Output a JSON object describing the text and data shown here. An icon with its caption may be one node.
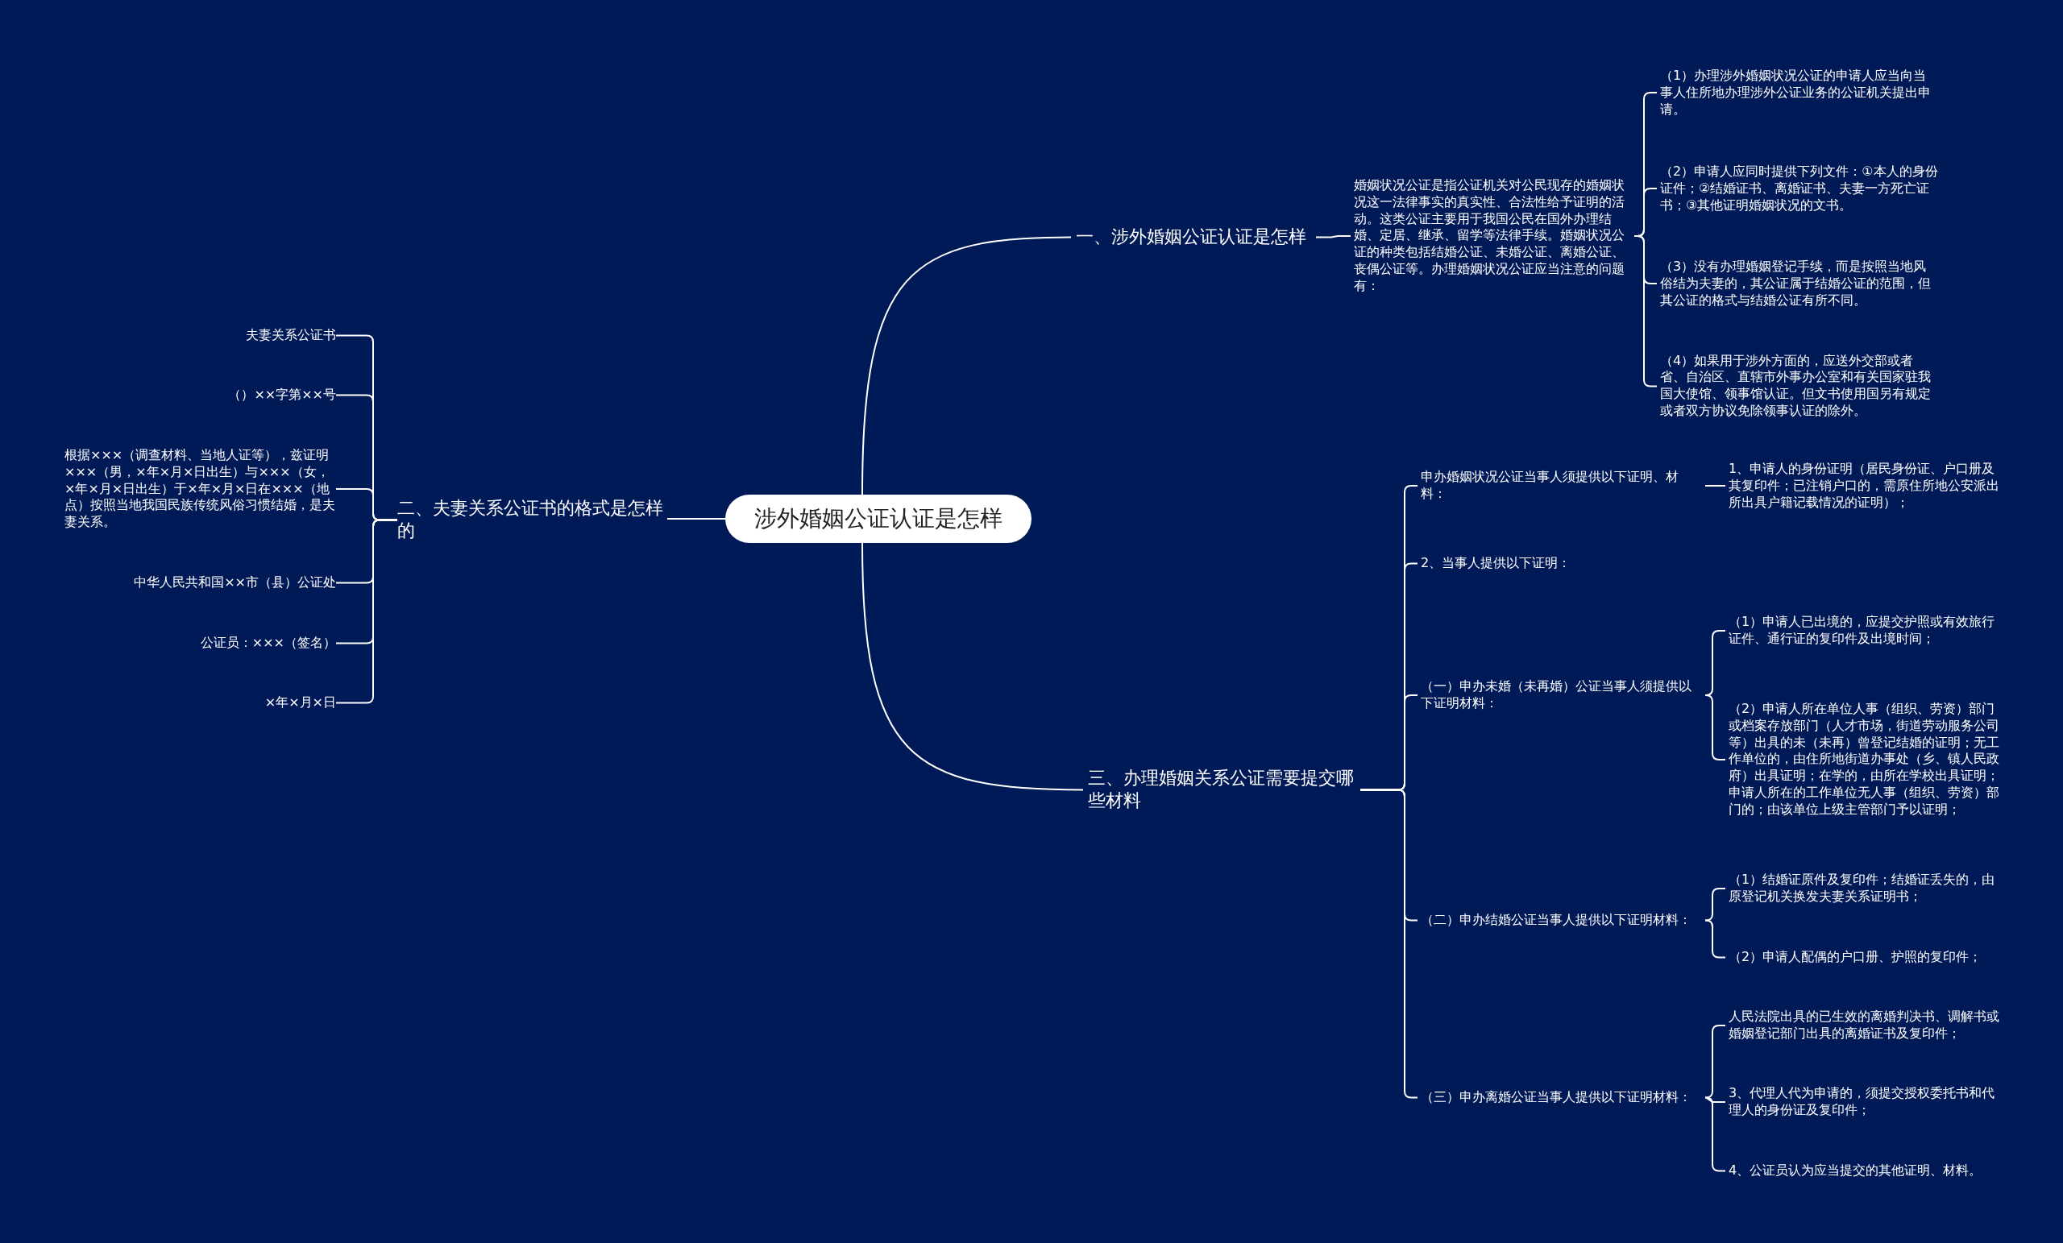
{
  "diagram": {
    "nodes": [
      {
        "text": [
          "涉外婚姻公证认证是怎样"
        ]
      },
      {
        "text": [
          "一、涉外婚姻公证认证是怎样"
        ]
      },
      {
        "text": [
          "婚姻状况公证是指公证机关对公民现存的婚姻状况这一法律事实的真实性、合法性给予证明的活动。这类公证主要用于我国公民在国外办理结婚、定居、继承、留学等法律手续。婚姻状况公证的种类包括结婚公证、未婚公证、离婚公证、丧偶公证等。办理婚姻状况公证应当注意的问题有："
        ]
      },
      {
        "text": [
          "（1）办理涉外婚姻状况公证的申请人应当向当事人住所地办理涉外公证业务的公证机关提出申请。"
        ]
      },
      {
        "text": [
          "（2）申请人应同时提供下列文件：①本人的身份证件；②结婚证书、离婚证书、夫妻一方死亡证书；③其他证明婚姻状况的文书。"
        ]
      },
      {
        "text": [
          "（3）没有办理婚姻登记手续，而是按照当地风俗结为夫妻的，其公证属于结婚公证的范围，但其公证的格式与结婚公证有所不同。"
        ]
      },
      {
        "text": [
          "（4）如果用于涉外方面的，应送外交部或者省、自治区、直辖市外事办公室和有关国家驻我国大使馆、领事馆认证。但文书使用国另有规定或者双方协议免除领事认证的除外。"
        ]
      },
      {
        "text": [
          "二、夫妻关系公证书的格式是怎样的"
        ]
      },
      {
        "text": [
          "夫妻关系公证书"
        ]
      },
      {
        "text": [
          "（）××字第××号"
        ]
      },
      {
        "text": [
          "根据×××（调查材料、当地人证等），兹证明×××（男，×年×月×日出生）与×××（女，×年×月×日出生）于×年×月×日在×××（地点）按照当地我国民族传统风俗习惯结婚，是夫妻关系。"
        ]
      },
      {
        "text": [
          "中华人民共和国××市（县）公证处"
        ]
      },
      {
        "text": [
          "公证员：×××（签名）"
        ]
      },
      {
        "text": [
          "×年×月×日"
        ]
      },
      {
        "text": [
          "三、办理婚姻关系公证需要提交哪些材料"
        ]
      },
      {
        "text": [
          "申办婚姻状况公证当事人须提供以下证明、材料："
        ]
      },
      {
        "text": [
          "1、申请人的身份证明（居民身份证、户口册及其复印件；已注销户口的，需原住所地公安派出所出具户籍记载情况的证明）；"
        ]
      },
      {
        "text": [
          "2、当事人提供以下证明："
        ]
      },
      {
        "text": [
          "（一）申办未婚（未再婚）公证当事人须提供以下证明材料："
        ]
      },
      {
        "text": [
          "（1）申请人已出境的，应提交护照或有效旅行证件、通行证的复印件及出境时间；"
        ]
      },
      {
        "text": [
          "（2）申请人所在单位人事（组织、劳资）部门或档案存放部门（人才市场，街道劳动服务公司等）出具的未（未再）曾登记结婚的证明；无工作单位的，由住所地街道办事处（乡、镇人民政府）出具证明；在学的，由所在学校出具证明；申请人所在的工作单位无人事（组织、劳资）部门的；由该单位上级主管部门予以证明；"
        ]
      },
      {
        "text": [
          "（二）申办结婚公证当事人提供以下证明材料："
        ]
      },
      {
        "text": [
          "（1）结婚证原件及复印件；结婚证丢失的，由原登记机关换发夫妻关系证明书；"
        ]
      },
      {
        "text": [
          "（2）申请人配偶的户口册、护照的复印件；"
        ]
      },
      {
        "text": [
          "（三）申办离婚公证当事人提供以下证明材料："
        ]
      },
      {
        "text": [
          "人民法院出具的已生效的离婚判决书、调解书或婚姻登记部门出具的离婚证书及复印件；"
        ]
      },
      {
        "text": [
          "3、代理人代为申请的，须提交授权委托书和代理人的身份证及复印件；"
        ]
      },
      {
        "text": [
          "4、公证员认为应当提交的其他证明、材料。"
        ]
      }
    ],
    "edges": [
      {
        "from": 0,
        "to": 1,
        "arrow": "none"
      },
      {
        "from": 0,
        "to": 7,
        "arrow": "none"
      },
      {
        "from": 0,
        "to": 14,
        "arrow": "none"
      },
      {
        "from": 1,
        "to": 2,
        "arrow": "none"
      },
      {
        "from": 2,
        "to": 3,
        "arrow": "none"
      },
      {
        "from": 2,
        "to": 4,
        "arrow": "none"
      },
      {
        "from": 2,
        "to": 5,
        "arrow": "none"
      },
      {
        "from": 2,
        "to": 6,
        "arrow": "none"
      },
      {
        "from": 7,
        "to": 8,
        "arrow": "none"
      },
      {
        "from": 7,
        "to": 9,
        "arrow": "none"
      },
      {
        "from": 7,
        "to": 10,
        "arrow": "none"
      },
      {
        "from": 7,
        "to": 11,
        "arrow": "none"
      },
      {
        "from": 7,
        "to": 12,
        "arrow": "none"
      },
      {
        "from": 7,
        "to": 13,
        "arrow": "none"
      },
      {
        "from": 14,
        "to": 15,
        "arrow": "none"
      },
      {
        "from": 14,
        "to": 17,
        "arrow": "none"
      },
      {
        "from": 14,
        "to": 18,
        "arrow": "none"
      },
      {
        "from": 14,
        "to": 21,
        "arrow": "none"
      },
      {
        "from": 14,
        "to": 24,
        "arrow": "none"
      },
      {
        "from": 15,
        "to": 16,
        "arrow": "none"
      },
      {
        "from": 18,
        "to": 19,
        "arrow": "none"
      },
      {
        "from": 18,
        "to": 20,
        "arrow": "none"
      },
      {
        "from": 21,
        "to": 22,
        "arrow": "none"
      },
      {
        "from": 21,
        "to": 23,
        "arrow": "none"
      },
      {
        "from": 24,
        "to": 25,
        "arrow": "none"
      },
      {
        "from": 24,
        "to": 26,
        "arrow": "none"
      },
      {
        "from": 24,
        "to": 27,
        "arrow": "none"
      }
    ]
  }
}
